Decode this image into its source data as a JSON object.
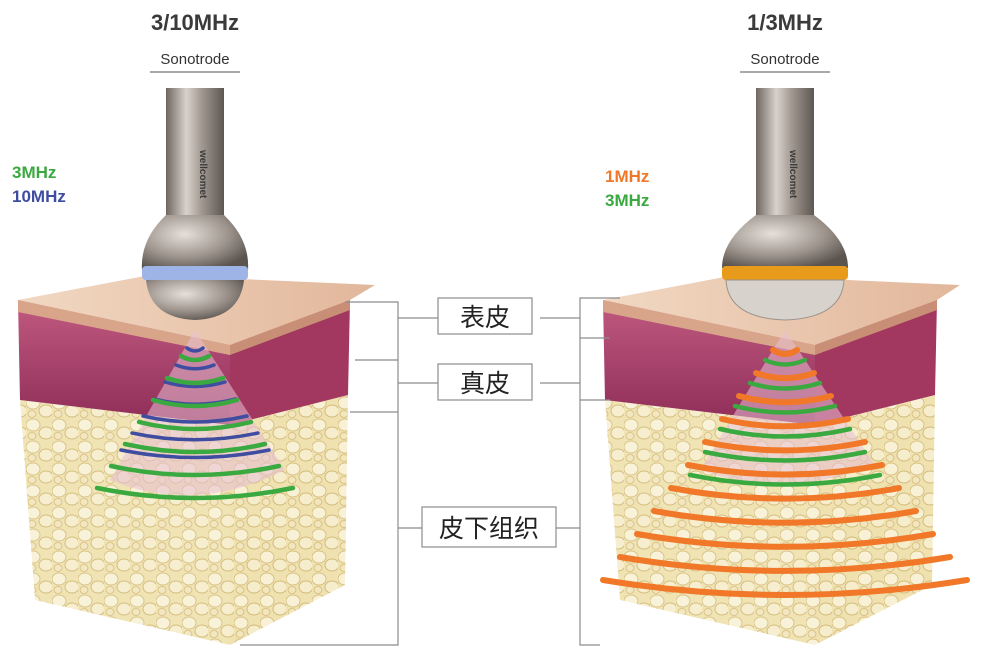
{
  "left_probe": {
    "title": "3/10MHz",
    "subtitle": "Sonotrode",
    "brand": "wellcomet",
    "frequencies": [
      {
        "label": "3MHz",
        "color": "#3aa93f"
      },
      {
        "label": "10MHz",
        "color": "#3e4da0"
      }
    ],
    "ring_color": "#9fb4e6"
  },
  "right_probe": {
    "title": "1/3MHz",
    "subtitle": "Sonotrode",
    "brand": "wellcomet",
    "frequencies": [
      {
        "label": "1MHz",
        "color": "#f07828"
      },
      {
        "label": "3MHz",
        "color": "#3aa93f"
      }
    ],
    "ring_color": "#e89a1a"
  },
  "layers": {
    "epidermis": "表皮",
    "dermis": "真皮",
    "subcutaneous": "皮下组织"
  },
  "colors": {
    "skin_top": "#e9c6aa",
    "dermis": "#b0466e",
    "fat": "#efe3b5",
    "line": "#8c8c8c"
  }
}
